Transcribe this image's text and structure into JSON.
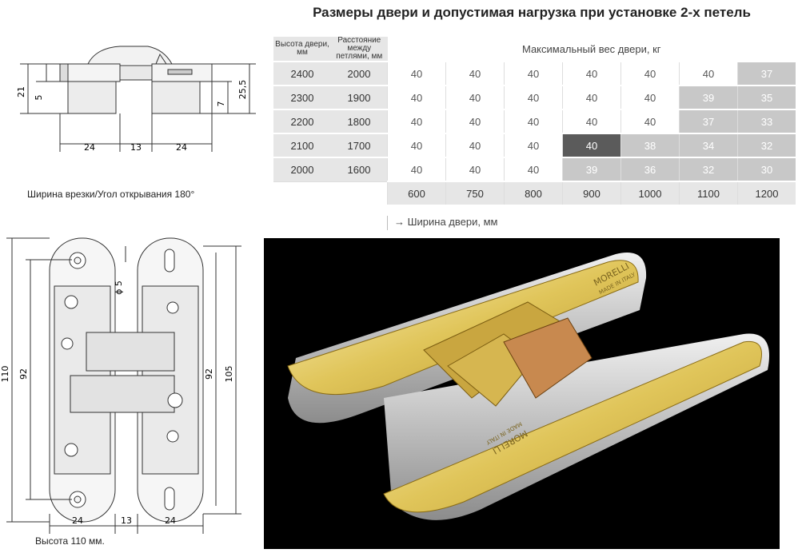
{
  "title": "Размеры двери и допустимая нагрузка при установке 2-х петель",
  "table": {
    "col_height": "Высота двери, мм",
    "col_distance": "Расстояние между петлями, мм",
    "max_weight_label": "Максимальный вес двери, кг",
    "width_label": "→ Ширина двери, мм",
    "widths": [
      "600",
      "750",
      "800",
      "900",
      "1000",
      "1100",
      "1200"
    ],
    "rows": [
      {
        "height": "2400",
        "distance": "2000",
        "values": [
          "40",
          "40",
          "40",
          "40",
          "40",
          "40",
          "37"
        ]
      },
      {
        "height": "2300",
        "distance": "1900",
        "values": [
          "40",
          "40",
          "40",
          "40",
          "40",
          "39",
          "35"
        ]
      },
      {
        "height": "2200",
        "distance": "1800",
        "values": [
          "40",
          "40",
          "40",
          "40",
          "40",
          "37",
          "33"
        ]
      },
      {
        "height": "2100",
        "distance": "1700",
        "values": [
          "40",
          "40",
          "40",
          "40",
          "38",
          "34",
          "32"
        ]
      },
      {
        "height": "2000",
        "distance": "1600",
        "values": [
          "40",
          "40",
          "40",
          "39",
          "36",
          "32",
          "30"
        ]
      }
    ],
    "colors": {
      "header": "#e6e6e6",
      "reduced": "#c8c8c8",
      "highlight": "#5b5b5b"
    }
  },
  "captions": {
    "cut_width": "Ширина врезки/Угол открывания 180°",
    "height": "Высота 110 мм."
  },
  "side_dims": {
    "d21": "21",
    "d5": "5",
    "d7": "7",
    "d255": "25,5",
    "w24a": "24",
    "w13": "13",
    "w24b": "24"
  },
  "front_dims": {
    "h110": "110",
    "h92a": "92",
    "h92b": "92",
    "h105": "105",
    "phi5": "ϕ 5",
    "w24a": "24",
    "w13": "13",
    "w24b": "24"
  },
  "photo_brand": {
    "brand": "MORELLI",
    "made": "MADE IN ITALY"
  }
}
